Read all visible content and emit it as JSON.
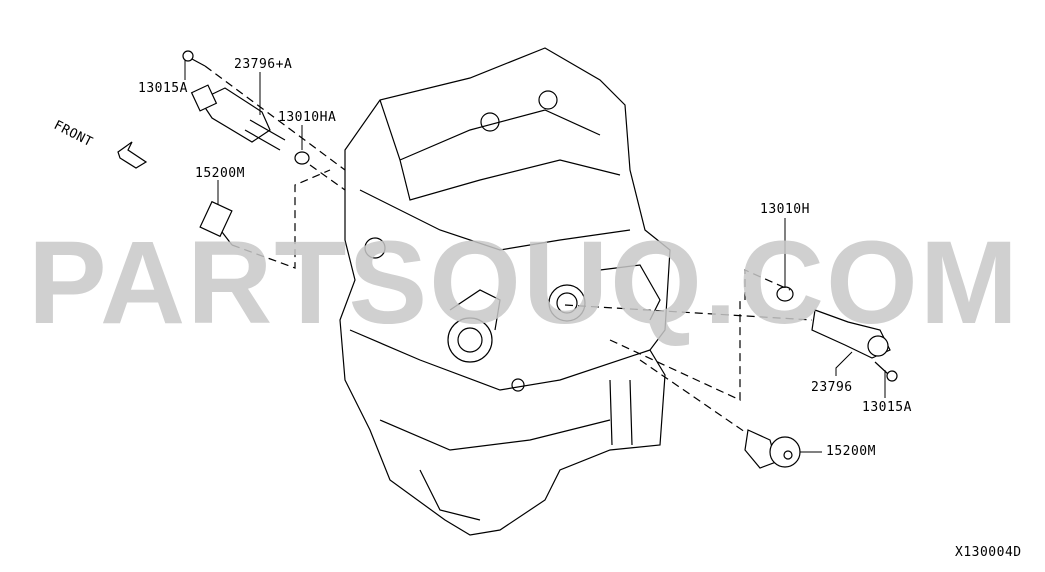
{
  "diagram": {
    "watermark": "PARTSOUQ.COM",
    "direction_label": "FRONT",
    "diagram_code": "X130004D",
    "callouts": [
      {
        "id": "bolt-left",
        "part_number": "13015A"
      },
      {
        "id": "solenoid-left",
        "part_number": "23796+A"
      },
      {
        "id": "seal-left",
        "part_number": "13010HA"
      },
      {
        "id": "filter-left",
        "part_number": "15200M"
      },
      {
        "id": "seal-right",
        "part_number": "13010H"
      },
      {
        "id": "solenoid-right",
        "part_number": "23796"
      },
      {
        "id": "bolt-right",
        "part_number": "13015A"
      },
      {
        "id": "filter-right",
        "part_number": "15200M"
      }
    ]
  }
}
